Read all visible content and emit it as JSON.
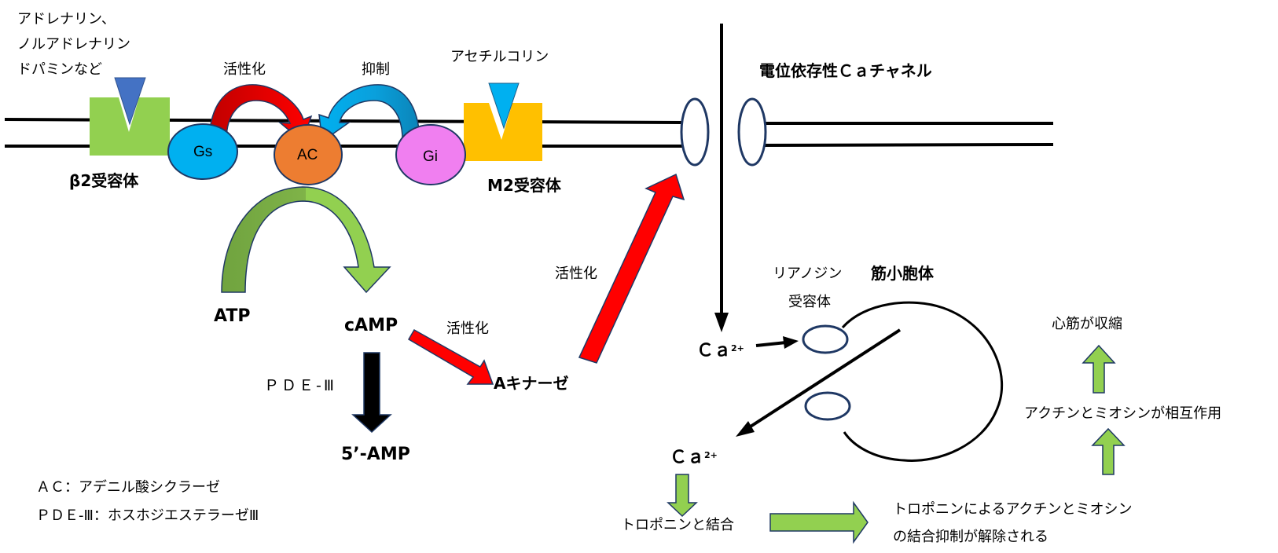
{
  "ligands": {
    "beta2_agonists": [
      "アドレナリン、",
      "ノルアドレナリン",
      "ドパミンなど"
    ],
    "m2_agonist": "アセチルコリン"
  },
  "receptors": {
    "beta2": "β2受容体",
    "m2": "M2受容体"
  },
  "proteins": {
    "gs": "Gs",
    "ac": "AC",
    "gi": "Gi"
  },
  "action_labels": {
    "gs_to_ac": "活性化",
    "gi_to_ac": "抑制",
    "camp_to_pka": "活性化",
    "pka_to_channel": "活性化"
  },
  "molecules": {
    "atp": "ATP",
    "camp": "cAMP",
    "amp5": "5’-AMP",
    "pde3": "ＰＤＥ-Ⅲ",
    "pka": "Aキナーゼ"
  },
  "calcium": {
    "channel_label": "電位依存性Ｃａチャネル",
    "ion_symbol": "Ｃａ",
    "ion_charge": "2+",
    "ryanodine_label": [
      "リアノジン",
      "受容体"
    ],
    "sr_label": "筋小胞体"
  },
  "contraction_flow": {
    "troponin_binding": "トロポニンと結合",
    "inhibition_released": [
      "トロポニンによるアクチンとミオシン",
      "の結合抑制が解除される"
    ],
    "actin_myosin": "アクチンとミオシンが相互作用",
    "contraction": "心筋が収縮"
  },
  "legend": {
    "ac_def": "ＡＣ：アデニル酸シクラーゼ",
    "pde_def": "ＰＤＥ-Ⅲ：ホスホジエステラーゼⅢ"
  },
  "colors": {
    "membrane": "#000000",
    "beta2_receptor": "#92d050",
    "beta2_ligand": "#4472c4",
    "m2_receptor": "#ffc000",
    "m2_ligand": "#00b0f0",
    "gs": "#00b0f0",
    "ac": "#ed7d31",
    "gi": "#f07ff0",
    "activation_arrow": "#ff0000",
    "activation_arrow_dark": "#c00000",
    "inhibition_arrow": "#00b0f0",
    "inhibition_arrow_dark": "#0b84b8",
    "atp_arrow_dark": "#70a33f",
    "atp_arrow_light": "#92d050",
    "outline": "#1f3864",
    "flow_arrow": "#92d050"
  }
}
